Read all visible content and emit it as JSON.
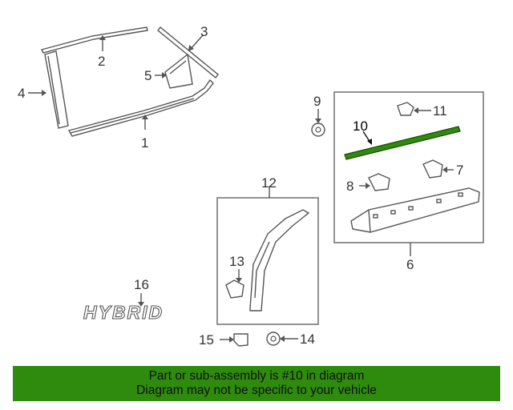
{
  "callouts": {
    "c1": "1",
    "c2": "2",
    "c3": "3",
    "c4": "4",
    "c5": "5",
    "c6": "6",
    "c7": "7",
    "c8": "8",
    "c9": "9",
    "c10": "10",
    "c11": "11",
    "c12": "12",
    "c13": "13",
    "c14": "14",
    "c15": "15",
    "c16": "16"
  },
  "emblem_text": "HYBRID",
  "highlight_color": "#2e8b0e",
  "banner": {
    "line1": "Part or sub-assembly is #10 in diagram",
    "line2": "Diagram may not be specific to your vehicle"
  }
}
